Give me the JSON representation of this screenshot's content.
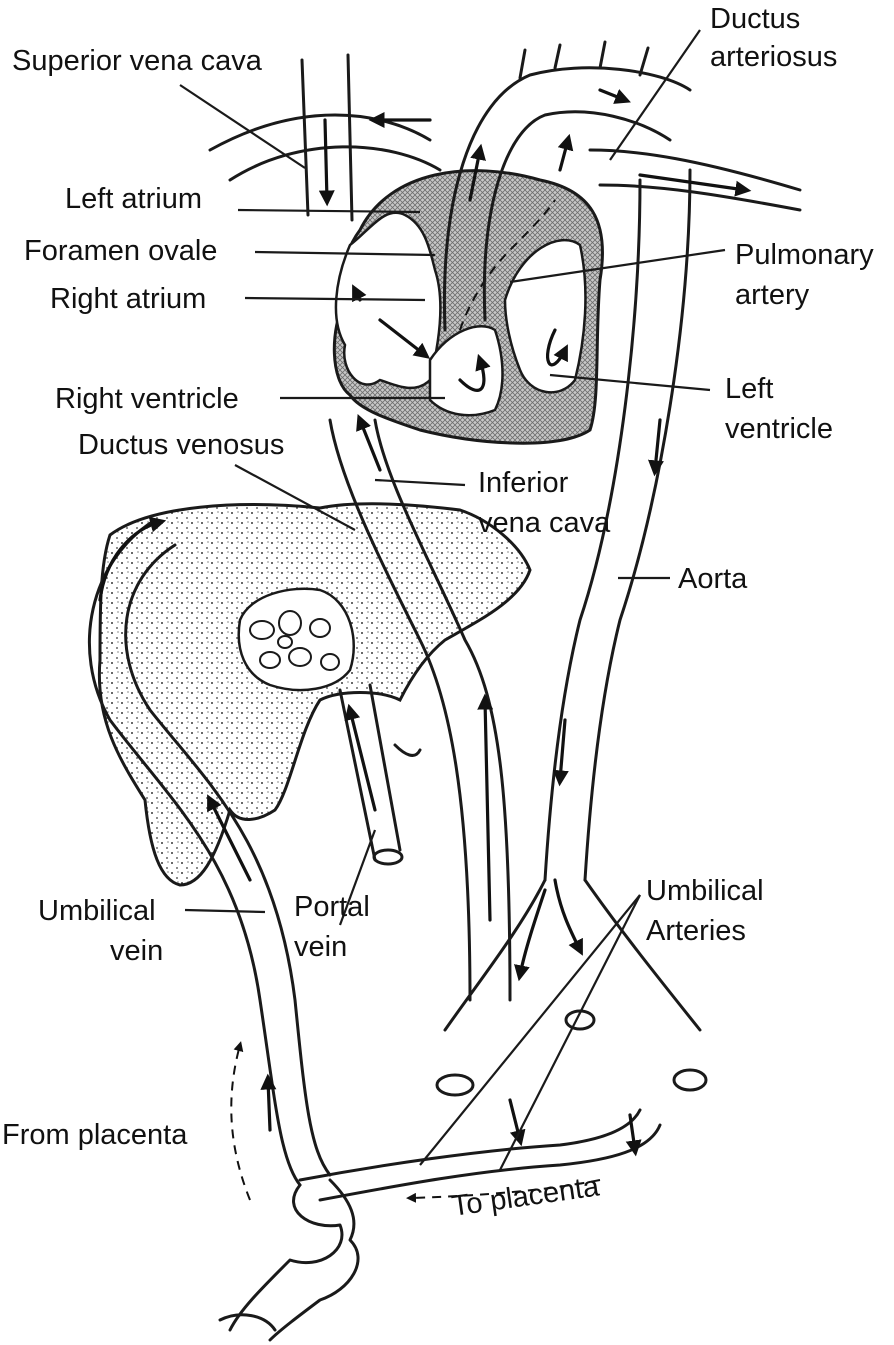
{
  "labels": {
    "superior_vena_cava": "Superior vena cava",
    "ductus_arteriosus_1": "Ductus",
    "ductus_arteriosus_2": "arteriosus",
    "left_atrium": "Left atrium",
    "foramen_ovale": "Foramen ovale",
    "pulmonary_artery_1": "Pulmonary",
    "pulmonary_artery_2": "artery",
    "right_atrium": "Right atrium",
    "right_ventricle": "Right ventricle",
    "left_ventricle_1": "Left",
    "left_ventricle_2": "ventricle",
    "ductus_venosus": "Ductus venosus",
    "inferior_vena_cava_1": "Inferior",
    "inferior_vena_cava_2": "vena cava",
    "aorta": "Aorta",
    "umbilical_vein_1": "Umbilical",
    "umbilical_vein_2": "vein",
    "portal_vein_1": "Portal",
    "portal_vein_2": "vein",
    "umbilical_arteries_1": "Umbilical",
    "umbilical_arteries_2": "Arteries",
    "from_placenta": "From placenta",
    "to_placenta": "To placenta"
  },
  "colors": {
    "line": "#1a1a1a",
    "stipple": "#3a3a3a",
    "myocardium": "#9a9a9a",
    "background": "#ffffff"
  }
}
